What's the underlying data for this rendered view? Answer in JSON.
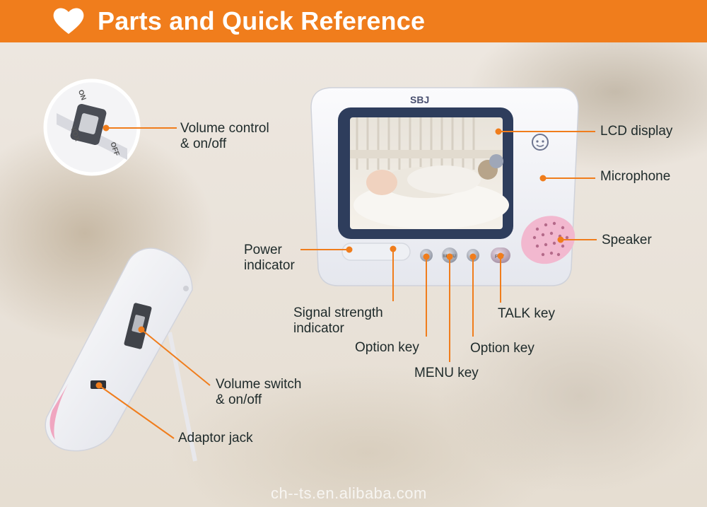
{
  "header": {
    "title": "Parts and Quick Reference",
    "background_color": "#f07d1c",
    "icon": "heart-icon"
  },
  "device": {
    "brand": "SBJ",
    "switch_labels": {
      "on": "ON",
      "vox": "VOX",
      "off": "OFF"
    },
    "button_labels": {
      "menu": "MENU",
      "ptt": "PTT"
    }
  },
  "callouts": {
    "volume_control_line1": "Volume control",
    "volume_control_line2": "& on/off",
    "lcd_display": "LCD display",
    "microphone": "Microphone",
    "speaker": "Speaker",
    "power_indicator_line1": "Power",
    "power_indicator_line2": "indicator",
    "signal_strength_line1": "Signal strength",
    "signal_strength_line2": "indicator",
    "talk_key": "TALK key",
    "option_key_left": "Option key",
    "option_key_right": "Option key",
    "menu_key": "MENU key",
    "volume_switch_line1": "Volume switch",
    "volume_switch_line2": "& on/off",
    "adaptor_jack": "Adaptor jack"
  },
  "watermark": "ch--ts.en.alibaba.com",
  "colors": {
    "accent": "#f07d1c",
    "screen_frame": "#2e3d5c",
    "speaker_pink": "#f2b8cf"
  }
}
